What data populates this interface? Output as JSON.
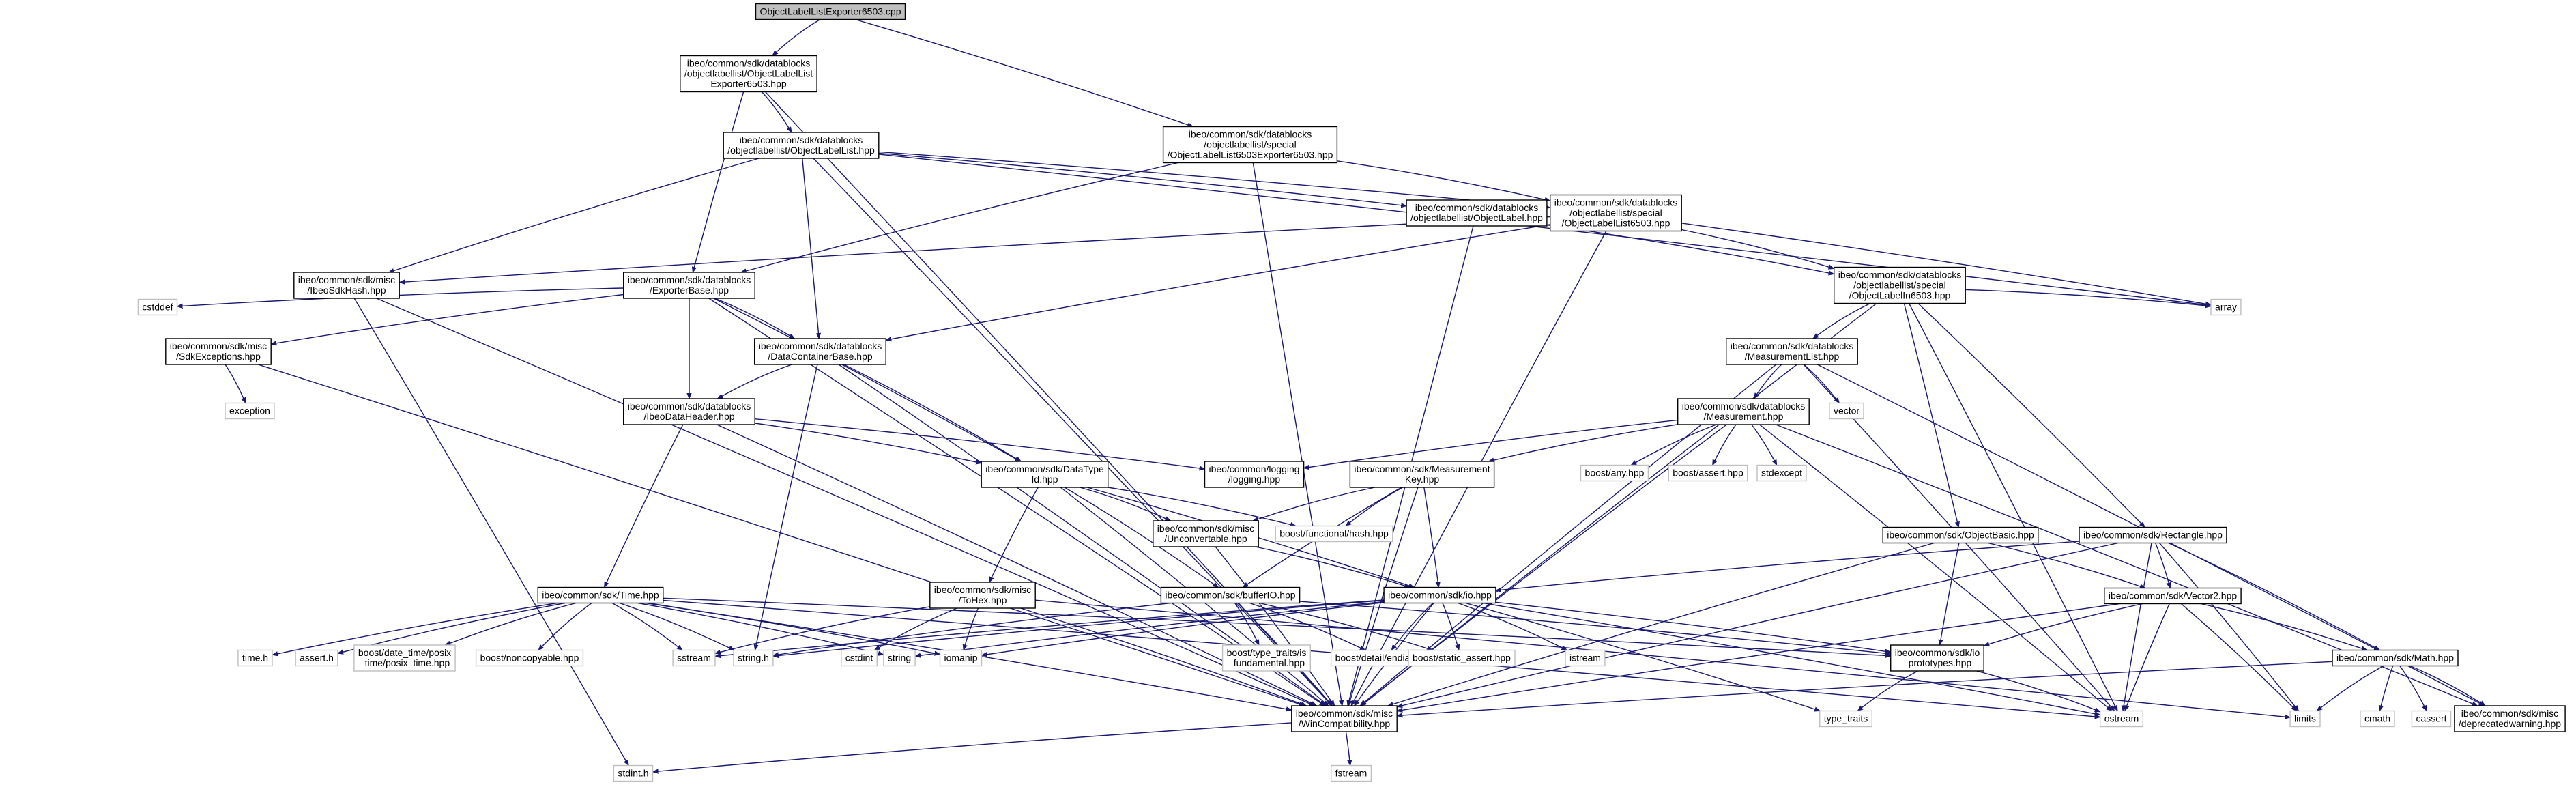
{
  "graph": {
    "root": "n0",
    "nodes": [
      {
        "id": "n0",
        "lines": [
          "ObjectLabelListExporter6503.cpp"
        ],
        "role": "root"
      },
      {
        "id": "n1",
        "lines": [
          "ibeo/common/sdk/datablocks",
          "/objectlabellist/ObjectLabelList",
          "Exporter6503.hpp"
        ],
        "role": "file"
      },
      {
        "id": "n2",
        "lines": [
          "ibeo/common/sdk/datablocks",
          "/objectlabellist/special",
          "/ObjectLabelList6503Exporter6503.hpp"
        ],
        "role": "file"
      },
      {
        "id": "n3",
        "lines": [
          "ibeo/common/sdk/datablocks",
          "/objectlabellist/ObjectLabelList.hpp"
        ],
        "role": "file"
      },
      {
        "id": "n4",
        "lines": [
          "ibeo/common/sdk/datablocks",
          "/objectlabellist/ObjectLabel.hpp"
        ],
        "role": "file"
      },
      {
        "id": "n5",
        "lines": [
          "ibeo/common/sdk/datablocks",
          "/objectlabellist/special",
          "/ObjectLabelList6503.hpp"
        ],
        "role": "file"
      },
      {
        "id": "n6",
        "lines": [
          "ibeo/common/sdk/misc",
          "/IbeoSdkHash.hpp"
        ],
        "role": "file"
      },
      {
        "id": "n7",
        "lines": [
          "ibeo/common/sdk/datablocks",
          "/ExporterBase.hpp"
        ],
        "role": "file"
      },
      {
        "id": "n8",
        "lines": [
          "ibeo/common/sdk/datablocks",
          "/objectlabellist/special",
          "/ObjectLabelIn6503.hpp"
        ],
        "role": "file"
      },
      {
        "id": "n9",
        "lines": [
          "array"
        ],
        "role": "system"
      },
      {
        "id": "n10",
        "lines": [
          "cstddef"
        ],
        "role": "system"
      },
      {
        "id": "n11",
        "lines": [
          "ibeo/common/sdk/misc",
          "/SdkExceptions.hpp"
        ],
        "role": "file"
      },
      {
        "id": "n12",
        "lines": [
          "ibeo/common/sdk/datablocks",
          "/DataContainerBase.hpp"
        ],
        "role": "file"
      },
      {
        "id": "n13",
        "lines": [
          "ibeo/common/sdk/datablocks",
          "/MeasurementList.hpp"
        ],
        "role": "file"
      },
      {
        "id": "n14",
        "lines": [
          "vector"
        ],
        "role": "system"
      },
      {
        "id": "n15",
        "lines": [
          "exception"
        ],
        "role": "system"
      },
      {
        "id": "n16",
        "lines": [
          "ibeo/common/sdk/datablocks",
          "/IbeoDataHeader.hpp"
        ],
        "role": "file"
      },
      {
        "id": "n17",
        "lines": [
          "ibeo/common/sdk/datablocks",
          "/Measurement.hpp"
        ],
        "role": "file"
      },
      {
        "id": "n18",
        "lines": [
          "ibeo/common/logging",
          "/logging.hpp"
        ],
        "role": "file"
      },
      {
        "id": "n19",
        "lines": [
          "ibeo/common/sdk/DataType",
          "Id.hpp"
        ],
        "role": "file"
      },
      {
        "id": "n20",
        "lines": [
          "ibeo/common/sdk/Measurement",
          "Key.hpp"
        ],
        "role": "file"
      },
      {
        "id": "n21",
        "lines": [
          "boost/any.hpp"
        ],
        "role": "system"
      },
      {
        "id": "n22",
        "lines": [
          "boost/assert.hpp"
        ],
        "role": "system"
      },
      {
        "id": "n23",
        "lines": [
          "stdexcept"
        ],
        "role": "system"
      },
      {
        "id": "n24",
        "lines": [
          "boost/functional/hash.hpp"
        ],
        "role": "system"
      },
      {
        "id": "n25",
        "lines": [
          "ibeo/common/sdk/misc",
          "/Unconvertable.hpp"
        ],
        "role": "file"
      },
      {
        "id": "n26",
        "lines": [
          "ibeo/common/sdk/ObjectBasic.hpp"
        ],
        "role": "file"
      },
      {
        "id": "n27",
        "lines": [
          "ibeo/common/sdk/Rectangle.hpp"
        ],
        "role": "file"
      },
      {
        "id": "n28",
        "lines": [
          "ibeo/common/sdk/Time.hpp"
        ],
        "role": "file"
      },
      {
        "id": "n29",
        "lines": [
          "ibeo/common/sdk/misc",
          "/ToHex.hpp"
        ],
        "role": "file"
      },
      {
        "id": "n30",
        "lines": [
          "ibeo/common/sdk/bufferIO.hpp"
        ],
        "role": "file"
      },
      {
        "id": "n31",
        "lines": [
          "ibeo/common/sdk/io.hpp"
        ],
        "role": "file"
      },
      {
        "id": "n32",
        "lines": [
          "ibeo/common/sdk/Vector2.hpp"
        ],
        "role": "file"
      },
      {
        "id": "n33",
        "lines": [
          "time.h"
        ],
        "role": "system"
      },
      {
        "id": "n34",
        "lines": [
          "assert.h"
        ],
        "role": "system"
      },
      {
        "id": "n35",
        "lines": [
          "boost/date_time/posix",
          "_time/posix_time.hpp"
        ],
        "role": "system"
      },
      {
        "id": "n36",
        "lines": [
          "boost/noncopyable.hpp"
        ],
        "role": "system"
      },
      {
        "id": "n37",
        "lines": [
          "sstream"
        ],
        "role": "system"
      },
      {
        "id": "n38",
        "lines": [
          "string.h"
        ],
        "role": "system"
      },
      {
        "id": "n39",
        "lines": [
          "string"
        ],
        "role": "system"
      },
      {
        "id": "n40",
        "lines": [
          "iomanip"
        ],
        "role": "system"
      },
      {
        "id": "n41",
        "lines": [
          "cstdint"
        ],
        "role": "system"
      },
      {
        "id": "n42",
        "lines": [
          "boost/type_traits/is",
          "_fundamental.hpp"
        ],
        "role": "system"
      },
      {
        "id": "n43",
        "lines": [
          "boost/detail/endian.hpp"
        ],
        "role": "system"
      },
      {
        "id": "n44",
        "lines": [
          "boost/static_assert.hpp"
        ],
        "role": "system"
      },
      {
        "id": "n45",
        "lines": [
          "istream"
        ],
        "role": "system"
      },
      {
        "id": "n46",
        "lines": [
          "ibeo/common/sdk/io",
          "_prototypes.hpp"
        ],
        "role": "file"
      },
      {
        "id": "n47",
        "lines": [
          "ibeo/common/sdk/Math.hpp"
        ],
        "role": "file"
      },
      {
        "id": "n48",
        "lines": [
          "ibeo/common/sdk/misc",
          "/WinCompatibility.hpp"
        ],
        "role": "file"
      },
      {
        "id": "n49",
        "lines": [
          "type_traits"
        ],
        "role": "system"
      },
      {
        "id": "n50",
        "lines": [
          "ostream"
        ],
        "role": "system"
      },
      {
        "id": "n51",
        "lines": [
          "limits"
        ],
        "role": "system"
      },
      {
        "id": "n52",
        "lines": [
          "cmath"
        ],
        "role": "system"
      },
      {
        "id": "n53",
        "lines": [
          "cassert"
        ],
        "role": "system"
      },
      {
        "id": "n54",
        "lines": [
          "ibeo/common/sdk/misc",
          "/deprecatedwarning.hpp"
        ],
        "role": "file"
      },
      {
        "id": "n55",
        "lines": [
          "stdint.h"
        ],
        "role": "system"
      },
      {
        "id": "n56",
        "lines": [
          "fstream"
        ],
        "role": "system"
      }
    ],
    "edges": [
      [
        "n0",
        "n1"
      ],
      [
        "n0",
        "n2"
      ],
      [
        "n1",
        "n3"
      ],
      [
        "n1",
        "n7"
      ],
      [
        "n1",
        "n48"
      ],
      [
        "n2",
        "n5"
      ],
      [
        "n2",
        "n7"
      ],
      [
        "n2",
        "n48"
      ],
      [
        "n3",
        "n4"
      ],
      [
        "n3",
        "n5"
      ],
      [
        "n3",
        "n6"
      ],
      [
        "n3",
        "n12"
      ],
      [
        "n3",
        "n9"
      ],
      [
        "n3",
        "n48"
      ],
      [
        "n4",
        "n48"
      ],
      [
        "n4",
        "n8"
      ],
      [
        "n5",
        "n8"
      ],
      [
        "n5",
        "n6"
      ],
      [
        "n5",
        "n12"
      ],
      [
        "n5",
        "n9"
      ],
      [
        "n5",
        "n48"
      ],
      [
        "n6",
        "n48"
      ],
      [
        "n6",
        "n55"
      ],
      [
        "n7",
        "n10"
      ],
      [
        "n7",
        "n11"
      ],
      [
        "n7",
        "n12"
      ],
      [
        "n7",
        "n16"
      ],
      [
        "n7",
        "n19"
      ],
      [
        "n7",
        "n48"
      ],
      [
        "n8",
        "n9"
      ],
      [
        "n8",
        "n13"
      ],
      [
        "n8",
        "n26"
      ],
      [
        "n8",
        "n27"
      ],
      [
        "n8",
        "n48"
      ],
      [
        "n8",
        "n50"
      ],
      [
        "n11",
        "n15"
      ],
      [
        "n11",
        "n48"
      ],
      [
        "n12",
        "n16"
      ],
      [
        "n12",
        "n19"
      ],
      [
        "n12",
        "n38"
      ],
      [
        "n12",
        "n48"
      ],
      [
        "n13",
        "n14"
      ],
      [
        "n13",
        "n17"
      ],
      [
        "n13",
        "n48"
      ],
      [
        "n13",
        "n50"
      ],
      [
        "n13",
        "n54"
      ],
      [
        "n16",
        "n18"
      ],
      [
        "n16",
        "n19"
      ],
      [
        "n16",
        "n28"
      ],
      [
        "n16",
        "n48"
      ],
      [
        "n17",
        "n18"
      ],
      [
        "n17",
        "n20"
      ],
      [
        "n17",
        "n21"
      ],
      [
        "n17",
        "n22"
      ],
      [
        "n17",
        "n23"
      ],
      [
        "n17",
        "n48"
      ],
      [
        "n17",
        "n50"
      ],
      [
        "n17",
        "n54"
      ],
      [
        "n19",
        "n24"
      ],
      [
        "n19",
        "n25"
      ],
      [
        "n19",
        "n29"
      ],
      [
        "n19",
        "n30"
      ],
      [
        "n19",
        "n31"
      ],
      [
        "n19",
        "n48"
      ],
      [
        "n20",
        "n24"
      ],
      [
        "n20",
        "n25"
      ],
      [
        "n20",
        "n30"
      ],
      [
        "n20",
        "n31"
      ],
      [
        "n20",
        "n48"
      ],
      [
        "n25",
        "n48"
      ],
      [
        "n25",
        "n31"
      ],
      [
        "n26",
        "n32"
      ],
      [
        "n26",
        "n46"
      ],
      [
        "n26",
        "n48"
      ],
      [
        "n27",
        "n31"
      ],
      [
        "n27",
        "n32"
      ],
      [
        "n27",
        "n47"
      ],
      [
        "n27",
        "n48"
      ],
      [
        "n27",
        "n50"
      ],
      [
        "n27",
        "n51"
      ],
      [
        "n28",
        "n33"
      ],
      [
        "n28",
        "n34"
      ],
      [
        "n28",
        "n35"
      ],
      [
        "n28",
        "n36"
      ],
      [
        "n28",
        "n37"
      ],
      [
        "n28",
        "n38"
      ],
      [
        "n28",
        "n39"
      ],
      [
        "n28",
        "n40"
      ],
      [
        "n28",
        "n46"
      ],
      [
        "n28",
        "n48"
      ],
      [
        "n28",
        "n50"
      ],
      [
        "n29",
        "n37"
      ],
      [
        "n29",
        "n40"
      ],
      [
        "n29",
        "n41"
      ],
      [
        "n29",
        "n48"
      ],
      [
        "n29",
        "n51"
      ],
      [
        "n30",
        "n38"
      ],
      [
        "n30",
        "n42"
      ],
      [
        "n30",
        "n43"
      ],
      [
        "n30",
        "n44"
      ],
      [
        "n30",
        "n46"
      ],
      [
        "n30",
        "n48"
      ],
      [
        "n31",
        "n37"
      ],
      [
        "n31",
        "n38"
      ],
      [
        "n31",
        "n39"
      ],
      [
        "n31",
        "n40"
      ],
      [
        "n31",
        "n43"
      ],
      [
        "n31",
        "n44"
      ],
      [
        "n31",
        "n45"
      ],
      [
        "n31",
        "n46"
      ],
      [
        "n31",
        "n48"
      ],
      [
        "n31",
        "n49"
      ],
      [
        "n31",
        "n50"
      ],
      [
        "n32",
        "n46"
      ],
      [
        "n32",
        "n47"
      ],
      [
        "n32",
        "n48"
      ],
      [
        "n32",
        "n50"
      ],
      [
        "n32",
        "n51"
      ],
      [
        "n46",
        "n49"
      ],
      [
        "n46",
        "n50"
      ],
      [
        "n47",
        "n48"
      ],
      [
        "n47",
        "n51"
      ],
      [
        "n47",
        "n52"
      ],
      [
        "n47",
        "n53"
      ],
      [
        "n47",
        "n54"
      ],
      [
        "n48",
        "n55"
      ],
      [
        "n48",
        "n56"
      ]
    ]
  },
  "colors": {
    "edge": "#191970",
    "root_fill": "#bfbfbf",
    "file_border": "#000000",
    "system_border": "#bfbfbf",
    "background": "#ffffff"
  }
}
